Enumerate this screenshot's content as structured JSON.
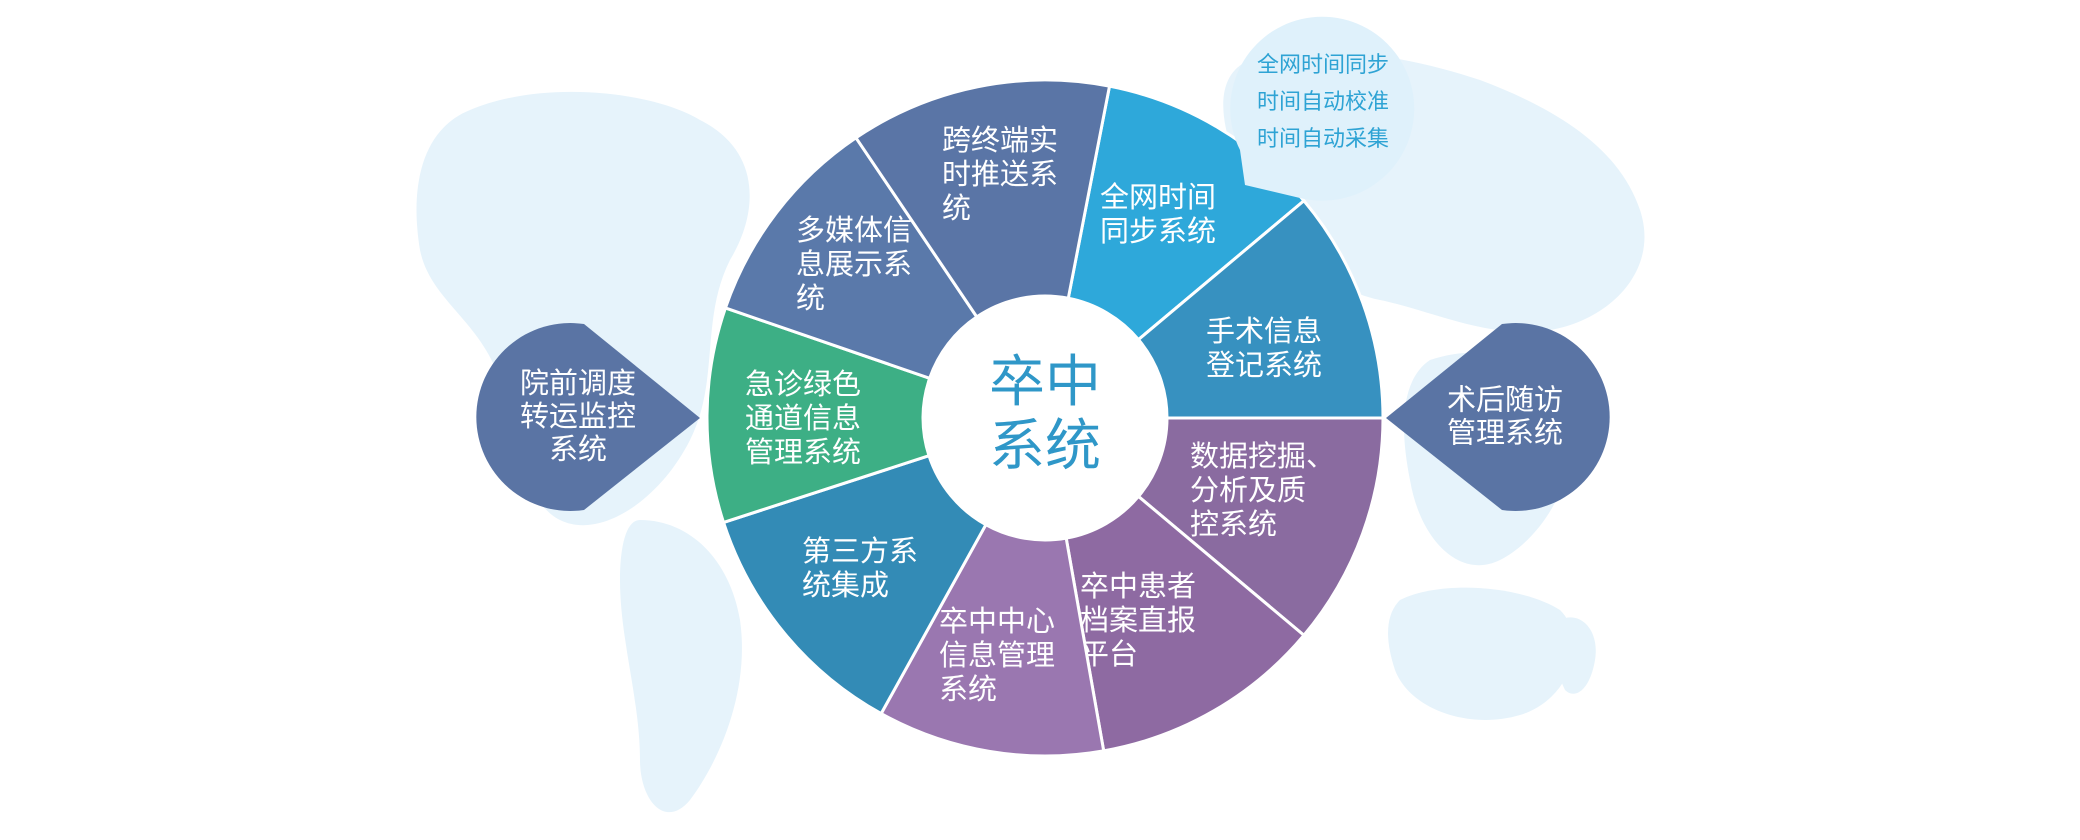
{
  "center": {
    "lines": [
      "卒中",
      "系统"
    ]
  },
  "segments": [
    {
      "lines": [
        "全网时间",
        "同步系统"
      ],
      "color": "#2ea8da"
    },
    {
      "lines": [
        "手术信息",
        "登记系统"
      ],
      "color": "#3791c0"
    },
    {
      "lines": [
        "数据挖掘、",
        "分析及质",
        "控系统"
      ],
      "color": "#8a6ba0"
    },
    {
      "lines": [
        "卒中患者",
        "档案直报",
        "平台"
      ],
      "color": "#8e6aa2"
    },
    {
      "lines": [
        "卒中中心",
        "信息管理",
        "系统"
      ],
      "color": "#9a77b0"
    },
    {
      "lines": [
        "第三方系",
        "统集成"
      ],
      "color": "#338bb6"
    },
    {
      "lines": [
        "急诊绿色",
        "通道信息",
        "管理系统"
      ],
      "color": "#3daf85"
    },
    {
      "lines": [
        "多媒体信",
        "息展示系",
        "统"
      ],
      "color": "#5a79aa"
    },
    {
      "lines": [
        "跨终端实",
        "时推送系",
        "统"
      ],
      "color": "#5a75a6"
    }
  ],
  "left_node": {
    "lines": [
      "院前调度",
      "转运监控",
      "系统"
    ],
    "color": "#5a74a4"
  },
  "right_node": {
    "lines": [
      "术后随访",
      "管理系统"
    ],
    "color": "#5a74a4"
  },
  "callout": {
    "lines": [
      "全网时间同步",
      "时间自动校准",
      "时间自动采集"
    ]
  },
  "colors": {
    "map": "#e6f3fb",
    "center_fill": "#ffffff",
    "center_text": "#2f97c8",
    "callout_fill": "#dff1fb"
  }
}
